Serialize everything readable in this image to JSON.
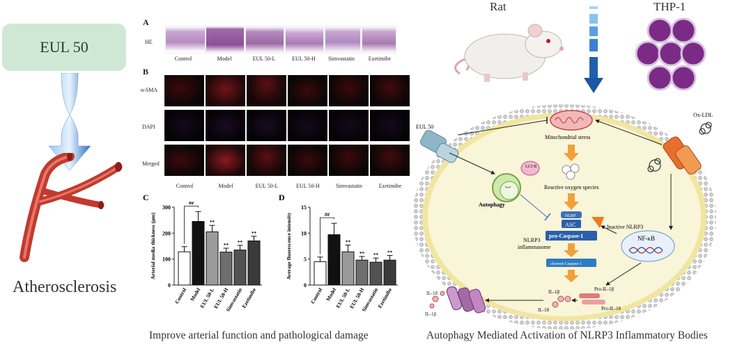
{
  "left": {
    "drug_label": "EUL 50",
    "disease_label": "Atherosclerosis"
  },
  "middle": {
    "caption": "Improve arterial function and pathological damage",
    "panel_labels": [
      "A",
      "B",
      "C",
      "D"
    ],
    "he_row_label": "HE",
    "if_row_labels": [
      "α-SMA",
      "DAPI",
      "Merged"
    ],
    "groups": [
      "Control",
      "Model",
      "EUL 50-L",
      "EUL 50-H",
      "Simvastatin",
      "Ezetimibe"
    ],
    "colors": {
      "he_base": "#c9a6d0",
      "he_dark": "#9c6aa6",
      "if_red": "#b01e24",
      "bar_black": "#111111"
    }
  },
  "right": {
    "caption": "Autophagy Mediated Activation of NLRP3 Inflammatory Bodies",
    "rat_label": "Rat",
    "thp1_label": "THP-1",
    "labels": {
      "eul50": "EUL 50",
      "oxldl": "Ox-LDL",
      "mito": "Mitochondrial stress",
      "ros": "Reactive oxygen species",
      "lc3b": "LC3 B",
      "autophagy": "Autophagy",
      "nlrp": "NLRP",
      "asc": "ASC",
      "procasp": "pro-Caspase-1",
      "cleaved": "cleaved-Caspase-1",
      "inactive": "Inactive NLRP3",
      "nlrp3_inflam_1": "NLRP3",
      "nlrp3_inflam_2": "inflammasome",
      "nfkb": "NF-κB",
      "il1b_out": "IL-1β",
      "il18_out": "IL-18",
      "il1b_in": "IL-1β",
      "il18_in": "IL-18",
      "proil1b": "Pro-IL-1β",
      "proil18": "Pro-IL-18"
    },
    "colors": {
      "cell": "#f7f2cf",
      "membrane": "#f1e6a0",
      "orange": "#f2a03a",
      "blue": "#2b5fa8",
      "purple": "#8a3d8f",
      "thp": "#7b2b86"
    }
  },
  "chart_data": [
    {
      "type": "bar",
      "panel": "C",
      "categories": [
        "Control",
        "Model",
        "EUL 50-L",
        "EUL 50-H",
        "Simvastatin",
        "Ezetimibe"
      ],
      "values": [
        128,
        245,
        205,
        127,
        135,
        170
      ],
      "errors": [
        20,
        38,
        25,
        15,
        18,
        18
      ],
      "significance": [
        "",
        "##",
        "**",
        "**",
        "**",
        "**"
      ],
      "ylabel": "Arterial media thickness (μm)",
      "ylim": [
        0,
        300
      ],
      "yticks": [
        0,
        100,
        200,
        300
      ]
    },
    {
      "type": "bar",
      "panel": "D",
      "categories": [
        "Control",
        "Model",
        "EUL 50-L",
        "EUL 50-H",
        "Simvastatin",
        "Ezetimibe"
      ],
      "values": [
        4.5,
        9.7,
        6.4,
        4.8,
        4.4,
        4.8
      ],
      "errors": [
        0.9,
        2.2,
        1.3,
        0.7,
        0.8,
        0.9
      ],
      "significance": [
        "",
        "##",
        "**",
        "**",
        "**",
        "**"
      ],
      "ylabel": "Average fluorescence intensity",
      "ylim": [
        0,
        15
      ],
      "yticks": [
        0,
        5,
        10,
        15
      ]
    }
  ]
}
